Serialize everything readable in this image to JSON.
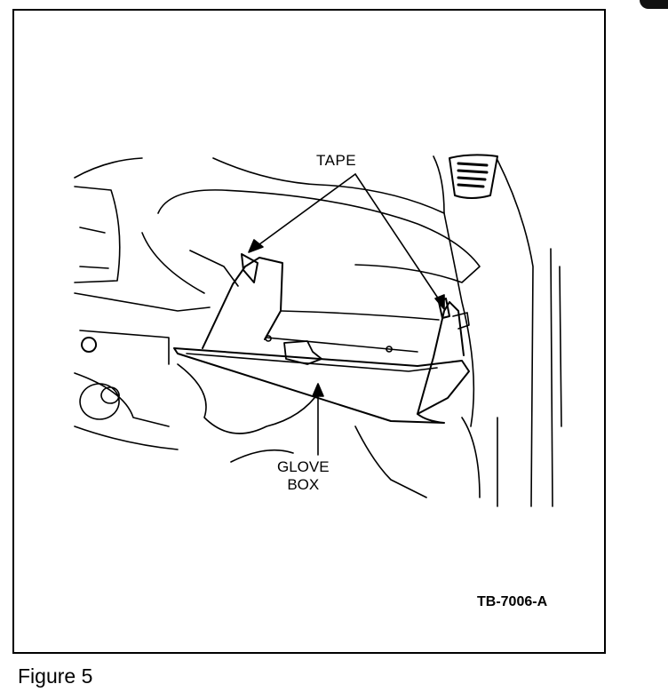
{
  "labels": {
    "tape": "TAPE",
    "glove_box_line1": "GLOVE",
    "glove_box_line2": "BOX",
    "drawing_code": "TB-7006-A"
  },
  "caption": "Figure 5",
  "colors": {
    "line": "#000000",
    "background": "#ffffff"
  }
}
